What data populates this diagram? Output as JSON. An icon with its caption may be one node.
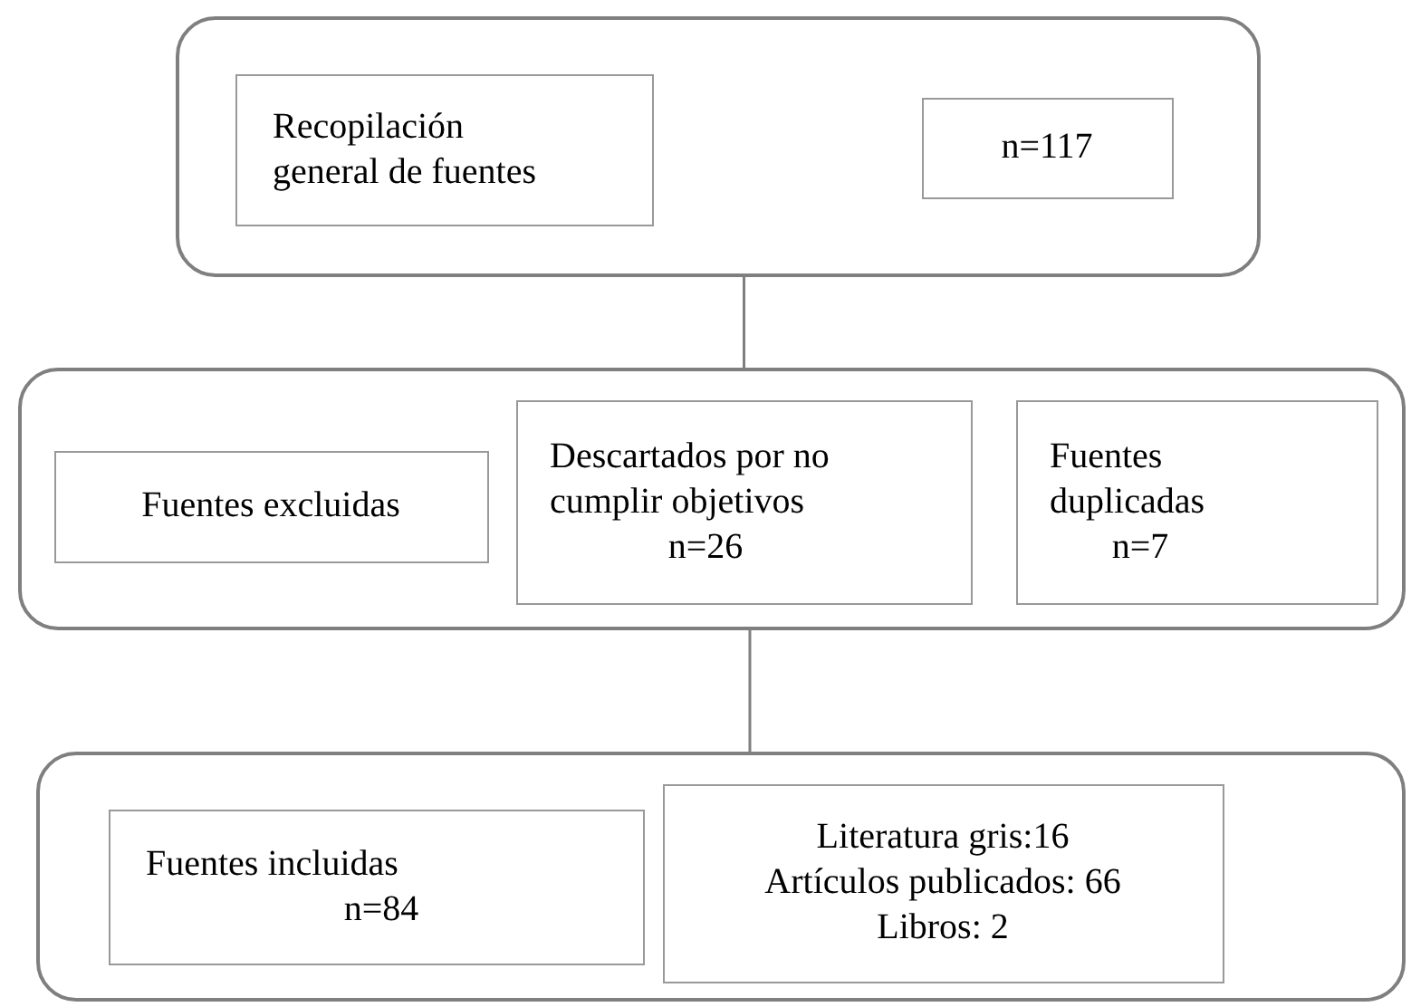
{
  "diagram": {
    "nodes": [
      {
        "text": [],
        "shape": "box"
      },
      {
        "text": [
          "Recopilación general de fuentes"
        ],
        "in": 0
      },
      {
        "text": [
          "n=117"
        ],
        "in": 0
      },
      {
        "text": [],
        "shape": "box"
      },
      {
        "text": [
          "Fuentes excluidas"
        ],
        "in": 3
      },
      {
        "text": [
          "Descartados por no cumplir objetivos",
          "n=26"
        ],
        "in": 3
      },
      {
        "text": [
          "Fuentes duplicadas",
          "n=7"
        ],
        "in": 3
      },
      {
        "text": [],
        "shape": "box"
      },
      {
        "text": [
          "Fuentes incluidas",
          "n=84"
        ],
        "in": 7
      },
      {
        "text": [
          "Literatura gris:16",
          "Artículos publicados: 66",
          "Libros: 2"
        ],
        "in": 7
      }
    ],
    "edges": [
      {
        "from": 0,
        "to": 3,
        "arrow": "none"
      },
      {
        "from": 3,
        "to": 7,
        "arrow": "none"
      }
    ]
  }
}
